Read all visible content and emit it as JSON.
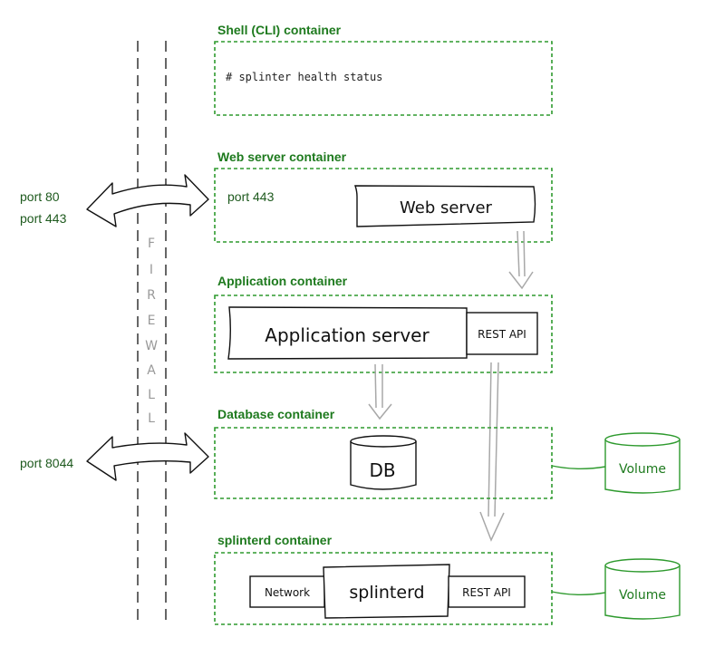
{
  "diagram": {
    "containers": {
      "shell": {
        "title": "Shell (CLI) container",
        "command": "# splinter health status"
      },
      "web": {
        "title": "Web server container",
        "port_label": "port 443",
        "component": "Web server"
      },
      "app": {
        "title": "Application container",
        "component": "Application server",
        "api": "REST API"
      },
      "db": {
        "title": "Database container",
        "component": "DB",
        "volume": "Volume"
      },
      "splinterd": {
        "title": "splinterd container",
        "network": "Network",
        "component": "splinterd",
        "api": "REST API",
        "volume": "Volume"
      }
    },
    "external_ports": {
      "web_ports": [
        "port 80",
        "port 443"
      ],
      "db_port": "port 8044"
    },
    "firewall_letters": [
      "F",
      "I",
      "R",
      "E",
      "W",
      "A",
      "L",
      "L"
    ],
    "colors": {
      "accent_green": "#2e9a2e",
      "title_green": "#1e7a1e",
      "arrow_gray": "#a8a8a8"
    }
  }
}
